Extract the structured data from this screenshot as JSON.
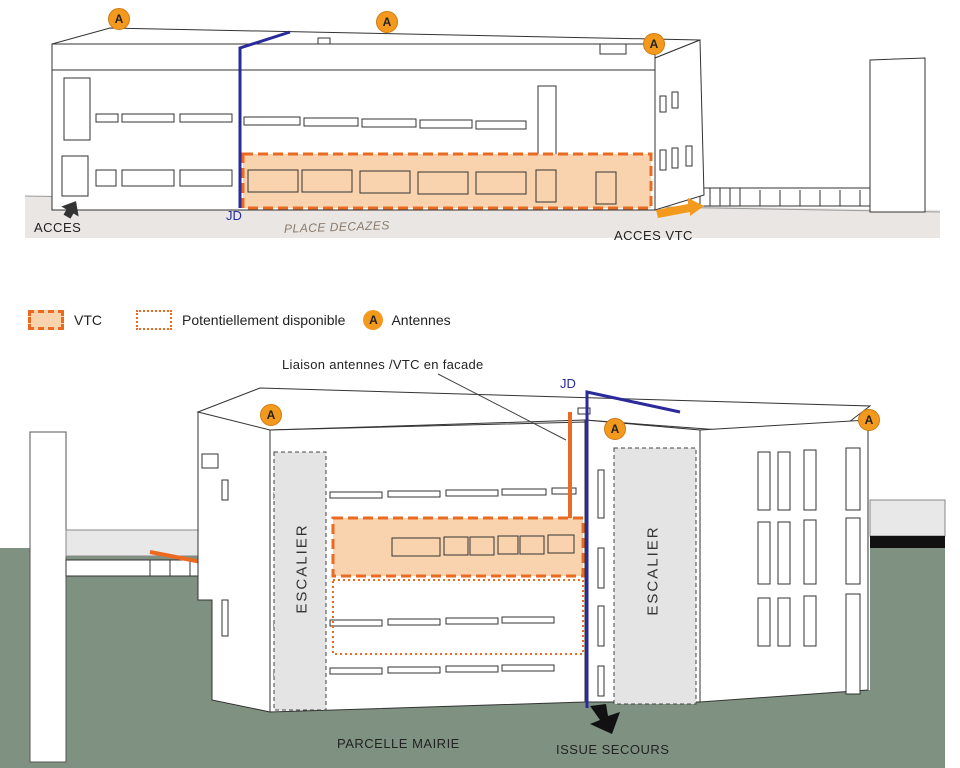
{
  "top_view": {
    "labels": {
      "acces": "ACCES",
      "jd": "JD",
      "place": "PLACE DECAZES",
      "acces_vtc": "ACCES VTC"
    }
  },
  "legend": {
    "vtc": "VTC",
    "potentiel": "Potentiellement disponible",
    "antennes": "Antennes",
    "antenna_symbol": "A"
  },
  "bottom_view": {
    "labels": {
      "liaison": "Liaison antennes /VTC en facade",
      "jd": "JD",
      "escalier_left": "ESCALIER",
      "escalier_right": "ESCALIER",
      "parcelle": "PARCELLE MAIRIE",
      "issue": "ISSUE SECOURS"
    }
  },
  "colors": {
    "vtc_fill": "#f9d3ad",
    "vtc_border": "#ea6a22",
    "antenna": "#f39a1e",
    "jd_line": "#2a2a9a",
    "ground": "#7f9281",
    "stair": "#e4e4e4"
  }
}
